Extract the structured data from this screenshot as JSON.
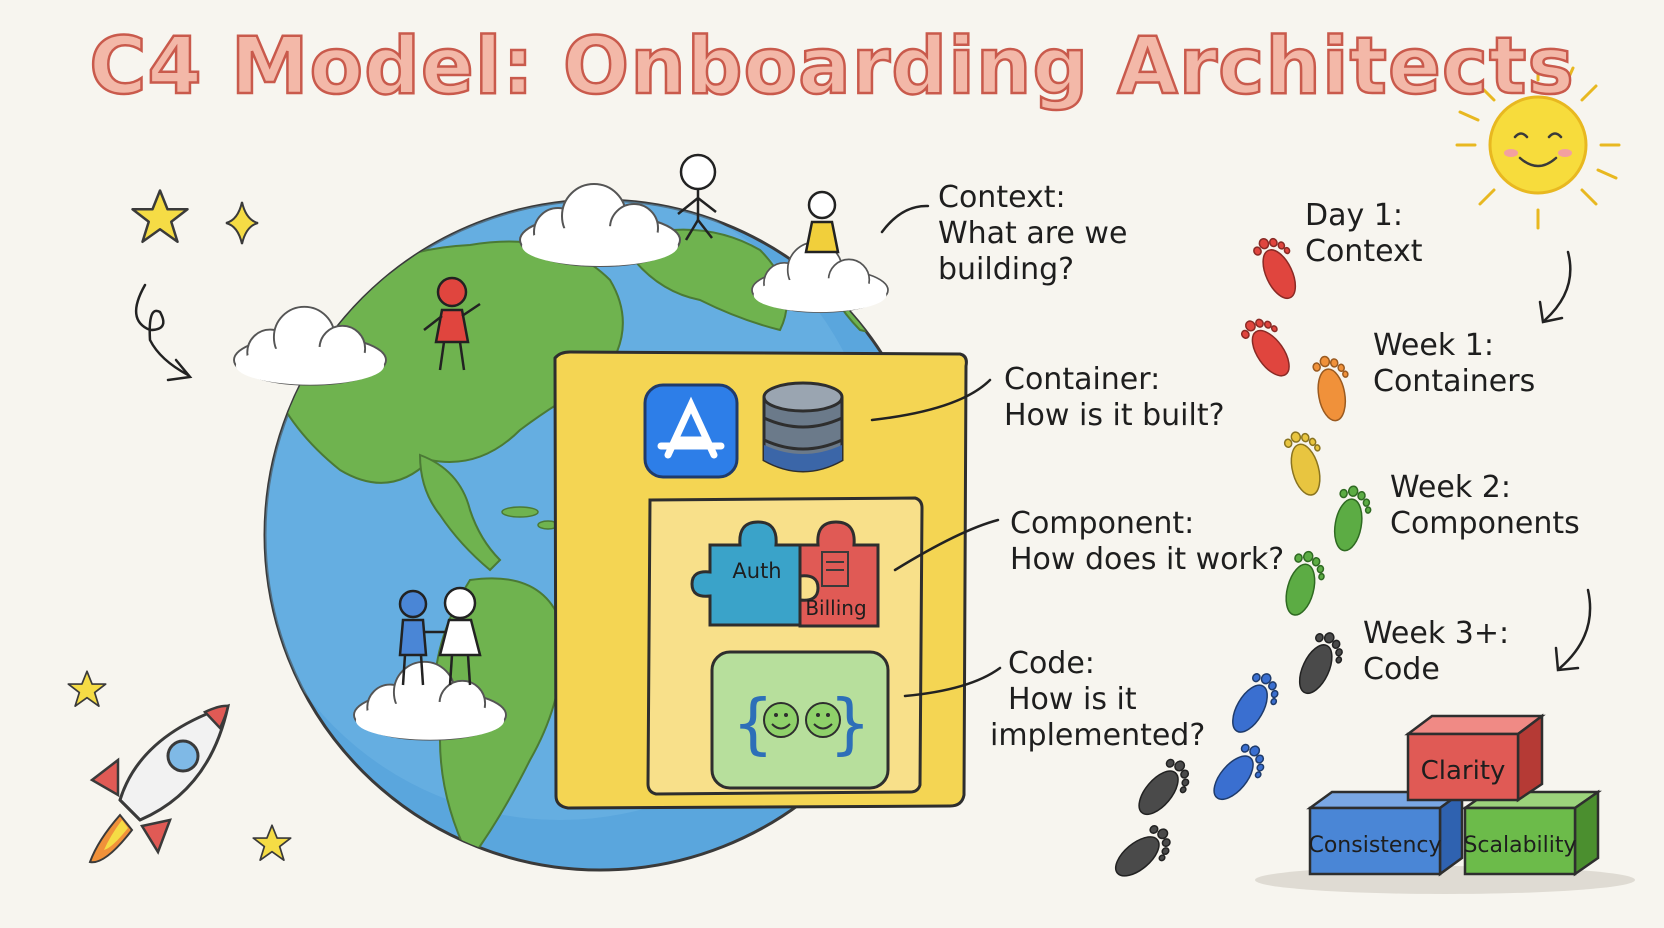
{
  "title": "C4 Model: Onboarding Architects",
  "levels": [
    {
      "heading": "Context:",
      "lines": [
        "What are we",
        "building?"
      ]
    },
    {
      "heading": "Container:",
      "lines": [
        "How is it built?"
      ]
    },
    {
      "heading": "Component:",
      "lines": [
        "How does it work?"
      ]
    },
    {
      "heading": "Code:",
      "lines": [
        "How is it",
        "implemented?"
      ]
    }
  ],
  "timeline": [
    {
      "when": "Day 1:",
      "what": "Context"
    },
    {
      "when": "Week 1:",
      "what": "Containers"
    },
    {
      "when": "Week 2:",
      "what": "Components"
    },
    {
      "when": "Week 3+:",
      "what": "Code"
    }
  ],
  "components": {
    "auth": "Auth",
    "billing": "Billing"
  },
  "blocks": {
    "top": "Clarity",
    "left": "Consistency",
    "right": "Scalability"
  },
  "colors": {
    "title_fill": "#f3b8a8",
    "title_outline": "#c95a4c",
    "ocean": "#5aa6dd",
    "land": "#6fb34f",
    "container_box": "#f4d553",
    "component_box": "#f8e08a",
    "code_box": "#b7df9c",
    "block_red": "#e05a55",
    "block_blue": "#4a86d6",
    "block_green": "#6cbb4a",
    "footprint_red": "#e0453e",
    "footprint_orange": "#f0913a",
    "footprint_yellow": "#e8c540",
    "footprint_green": "#5cac44",
    "footprint_blue": "#3a6fd0",
    "footprint_black": "#4a4a4a"
  },
  "icons": [
    "star-icon",
    "sparkle-icon",
    "rocket-icon",
    "sun-icon",
    "app-store-icon",
    "database-icon",
    "puzzle-icon",
    "code-braces-icon",
    "footprint-icon",
    "arrow-icon",
    "cloud-icon",
    "stick-figure-icon"
  ]
}
